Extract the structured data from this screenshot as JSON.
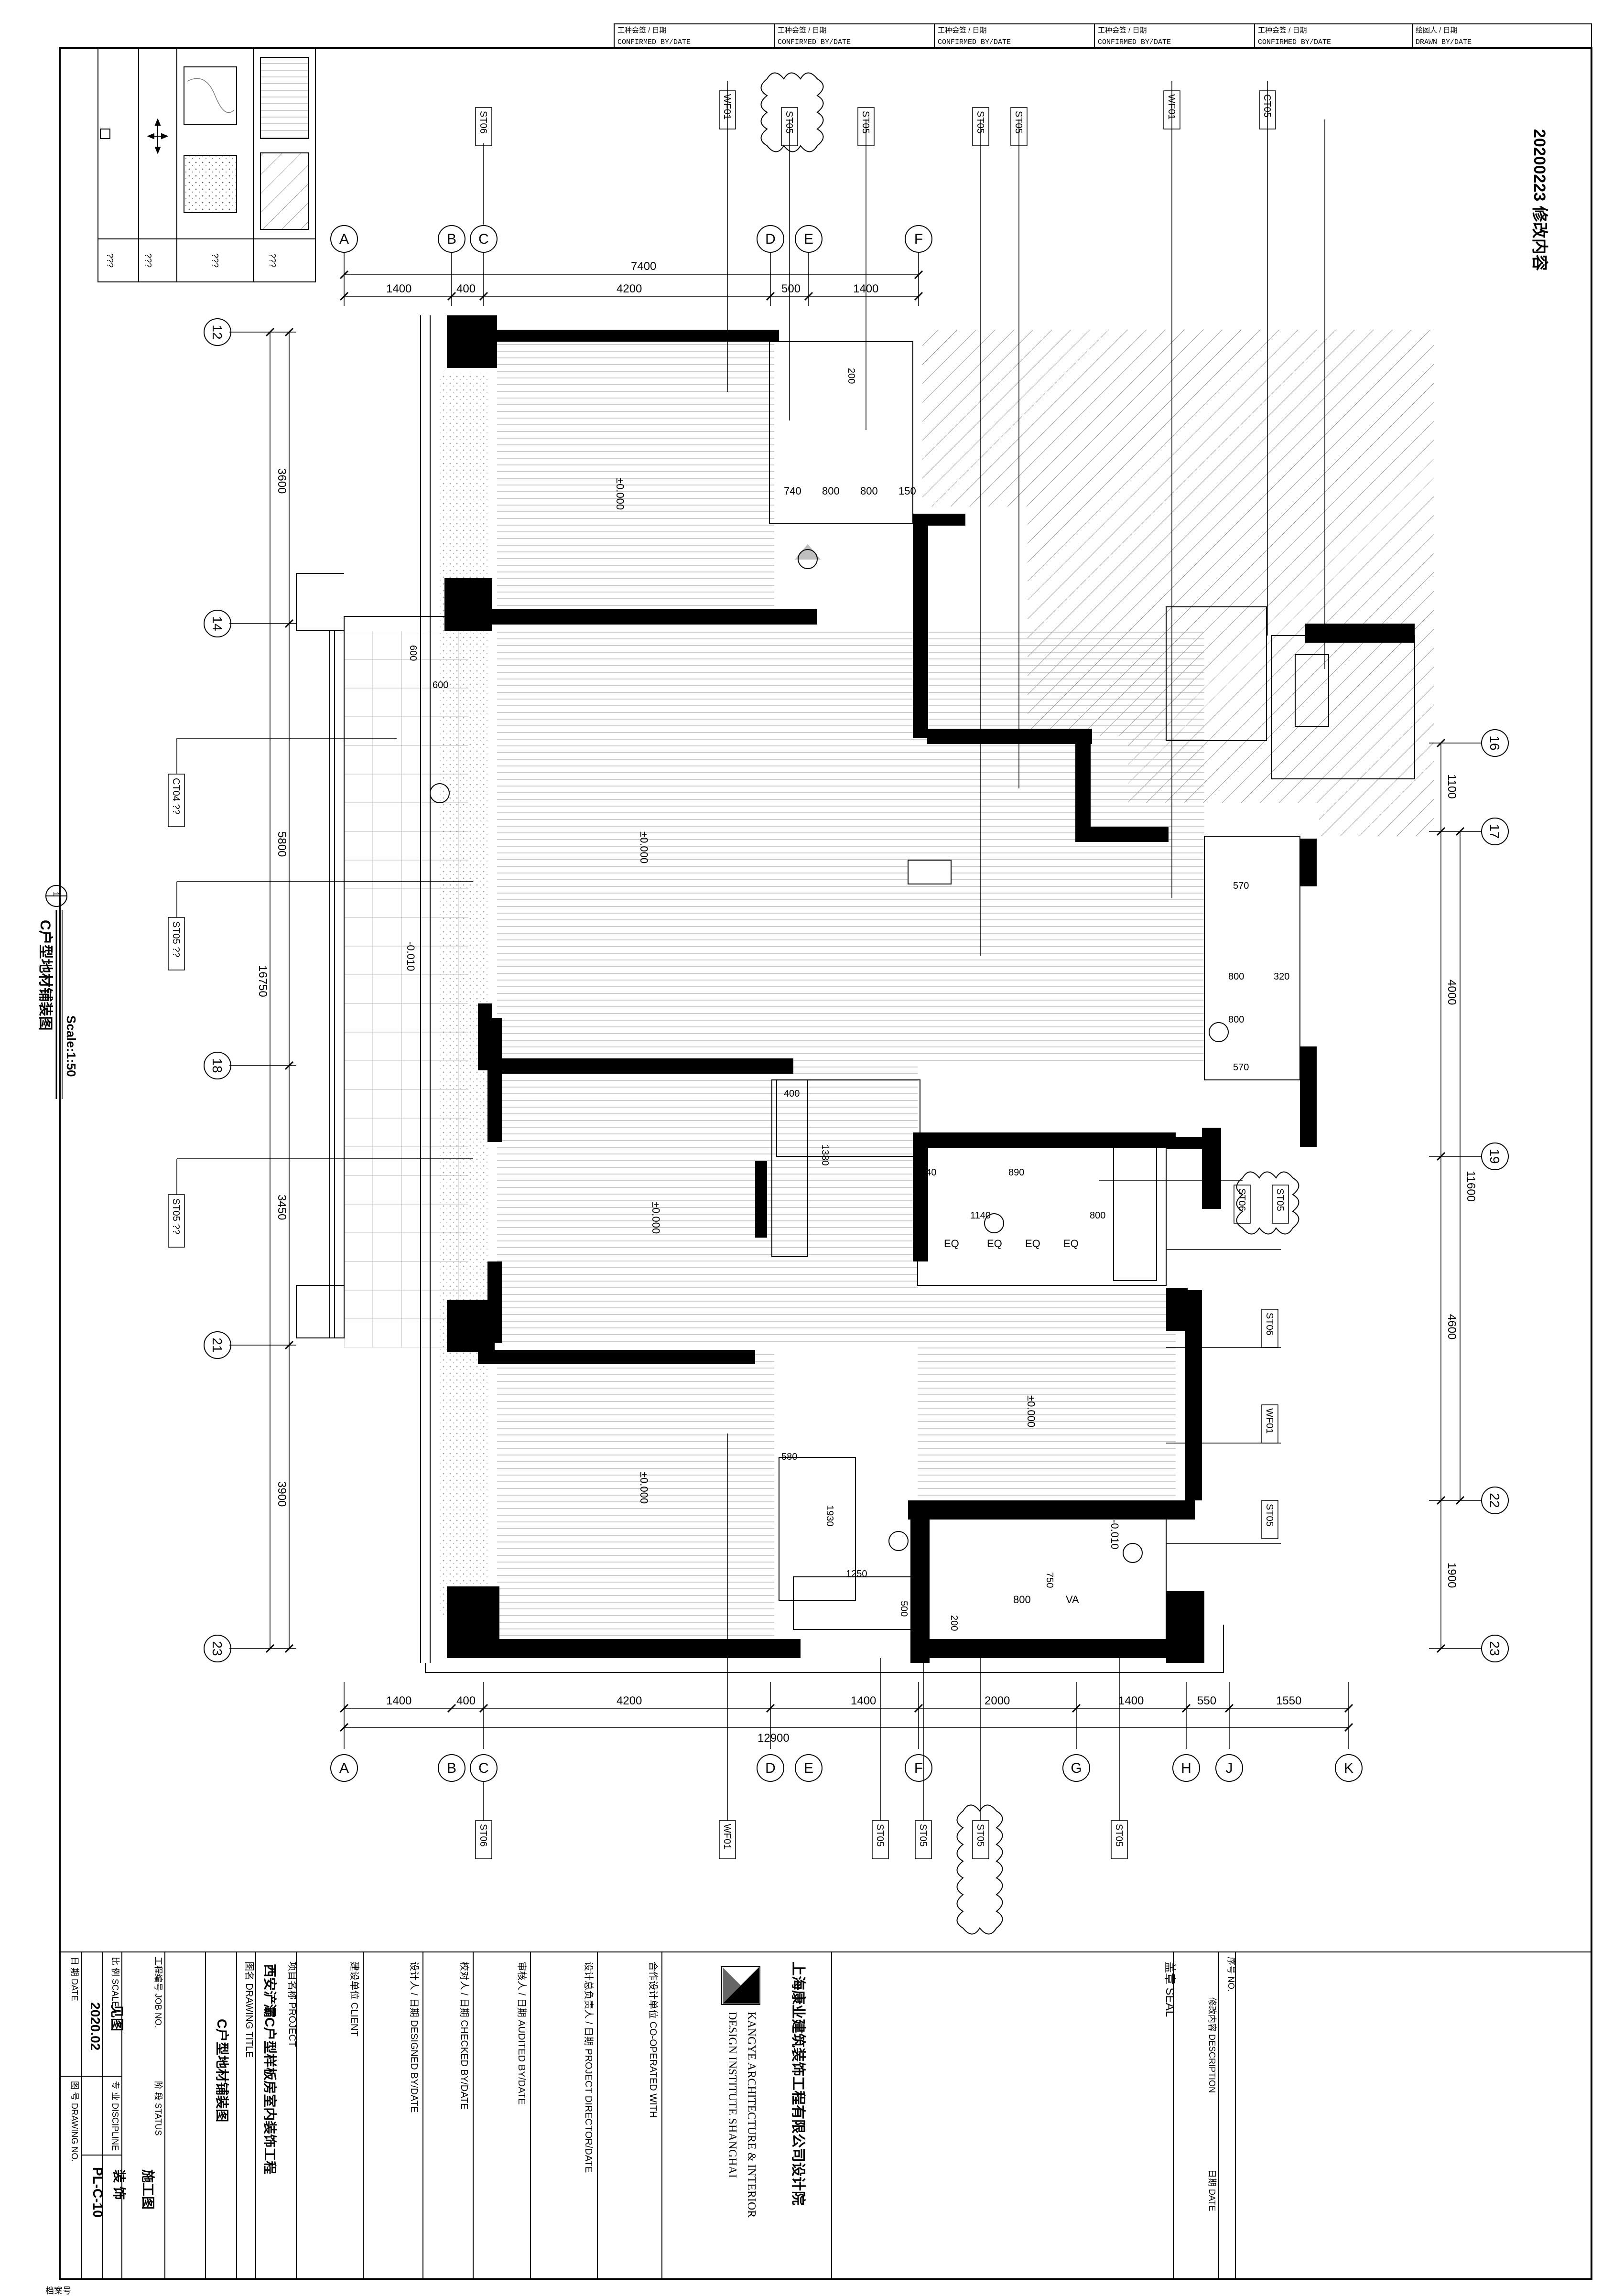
{
  "top_approvals": [
    {
      "cn": "工种会签 / 日期",
      "en": "CONFIRMED BY/DATE"
    },
    {
      "cn": "工种会签 / 日期",
      "en": "CONFIRMED BY/DATE"
    },
    {
      "cn": "工种会签 / 日期",
      "en": "CONFIRMED BY/DATE"
    },
    {
      "cn": "工种会签 / 日期",
      "en": "CONFIRMED BY/DATE"
    },
    {
      "cn": "工种会签 / 日期",
      "en": "CONFIRMED BY/DATE"
    },
    {
      "cn": "绘图人 / 日期",
      "en": "DRAWN BY/DATE"
    }
  ],
  "revision_note": "20200223 修改内容",
  "legend": {
    "unknown": "???"
  },
  "grid_top_labels": [
    "A",
    "B",
    "C",
    "D",
    "E",
    "F"
  ],
  "grid_bottom_labels": [
    "A",
    "B",
    "C",
    "D",
    "E",
    "F",
    "G",
    "H",
    "J",
    "K"
  ],
  "grid_left_labels": [
    "12",
    "14",
    "18",
    "21",
    "23"
  ],
  "grid_right_labels": [
    "16",
    "17",
    "19",
    "22",
    "23"
  ],
  "dims_top": {
    "total": "7400",
    "segments": [
      "1400",
      "400",
      "4200",
      "500",
      "1400"
    ]
  },
  "dims_bottom": {
    "total": "12900",
    "segments": [
      "1400",
      "400",
      "4200",
      "1400",
      "2000",
      "1400",
      "550",
      "1550"
    ]
  },
  "dims_left": {
    "total": "16750",
    "segments": [
      "3600",
      "5800",
      "3450",
      "3900"
    ]
  },
  "dims_right": {
    "total": "11600",
    "segments": [
      "1100",
      "4000",
      "4600",
      "1900"
    ]
  },
  "room_levels": [
    "±0.000",
    "±0.000",
    "±0.000",
    "±0.000",
    "-0.010",
    "±0.000",
    "-0.010"
  ],
  "material_tags_top": [
    "ST06",
    "WF01",
    "ST05",
    "ST05",
    "ST05",
    "ST05",
    "WF01",
    "CT05"
  ],
  "material_tags_bottom": [
    "ST06",
    "WF01",
    "ST05",
    "ST05",
    "ST05",
    "ST05"
  ],
  "material_tags_left": [
    "CT04 ??",
    "ST05 ??",
    "ST05 ??"
  ],
  "material_tags_right": [
    "ST06",
    "ST05",
    "ST06",
    "WF01",
    "ST05"
  ],
  "small_dims": [
    "200",
    "740",
    "800",
    "150",
    "600",
    "600",
    "570",
    "800",
    "320",
    "800",
    "570",
    "400",
    "1380",
    "1040",
    "890",
    "1140",
    "800",
    "EQ",
    "EQ",
    "EQ",
    "EQ",
    "580",
    "1930",
    "1250",
    "800",
    "750",
    "VA",
    "200",
    "500"
  ],
  "drawing_title_side": "C户型地材铺装图",
  "scale": "Scale:1:50",
  "sheet_no": "1",
  "titleblock": {
    "company_cn": "上海康业建筑装饰工程有限公司设计院",
    "company_en1": "KANGYE ARCHITECTURE & INTERIOR",
    "company_en2": "DESIGN INSTITUTE SHANGHAI",
    "coop": "合作设计单位 CO-OPERATED WITH",
    "director": "设计总负责人 / 日期 PROJECT DIRECTOR/DATE",
    "audited": "审核人 / 日期 AUDITED BY/DATE",
    "checked": "校对人 / 日期 CHECKED BY/DATE",
    "designed": "设计人 / 日期 DESIGNED BY/DATE",
    "client": "建设单位 CLIENT",
    "project_label": "项目名称 PROJECT",
    "project_name": "西安浐灞C户型样板房室内装饰工程",
    "title_label": "图名 DRAWING TITLE",
    "title_value": "C户型地材铺装图",
    "job_label": "工程编号 JOB NO.",
    "scale_label": "比 例 SCALE",
    "scale_value": "见图",
    "date_label": "日 期 DATE",
    "date_value": "2020.02",
    "status_label": "阶 段 STATUS",
    "status_value": "施工图",
    "discipline_label": "专 业 DISCIPLINE",
    "discipline_value": "装 饰",
    "drawing_no_label": "图 号 DRAWING NO.",
    "drawing_no_value": "PL-C-10",
    "seal": "盖章 SEAL",
    "rev_no": "序号 NO.",
    "rev_desc": "修改内容 DESCRIPTION",
    "rev_date": "日期 DATE",
    "archive": "档案号"
  }
}
